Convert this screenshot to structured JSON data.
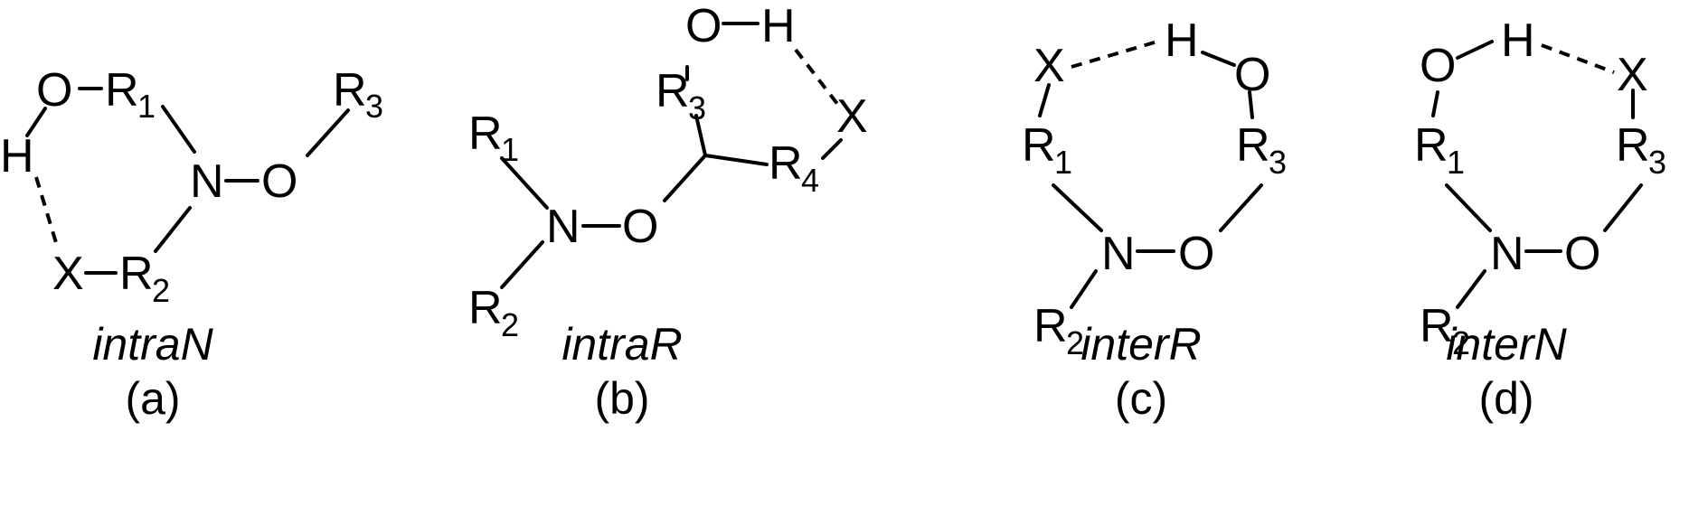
{
  "panels": [
    {
      "id": "a",
      "name": "intraN",
      "tag": "(a)"
    },
    {
      "id": "b",
      "name": "intraR",
      "tag": "(b)"
    },
    {
      "id": "c",
      "name": "interR",
      "tag": "(c)"
    },
    {
      "id": "d",
      "name": "interN",
      "tag": "(d)"
    }
  ],
  "atoms": {
    "O": "O",
    "H": "H",
    "X": "X",
    "N": "N",
    "R": "R"
  },
  "subscripts": {
    "one": "1",
    "two": "2",
    "three": "3",
    "four": "4"
  }
}
